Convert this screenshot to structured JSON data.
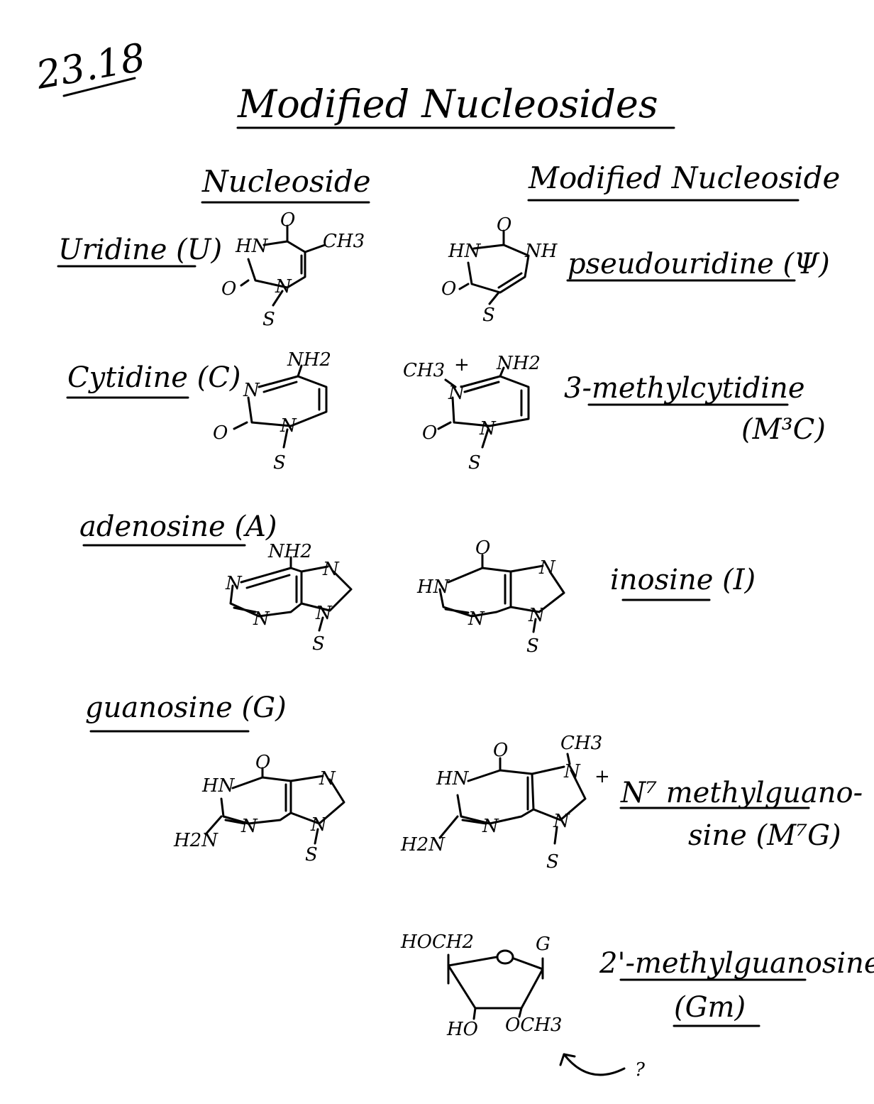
{
  "page_number": "23.18",
  "title": "Modified Nucleosides",
  "columns": {
    "left": "Nucleoside",
    "right": "Modified Nucleoside"
  },
  "rows": [
    {
      "nucleoside": "Uridine (U)",
      "modified": "pseudouridine (Ψ)"
    },
    {
      "nucleoside": "Cytidine (C)",
      "modified": "3-methylcytidine",
      "modified_abbr": "(M³C)"
    },
    {
      "nucleoside": "adenosine (A)",
      "modified": "inosine (I)"
    },
    {
      "nucleoside": "guanosine (G)",
      "modified": "N⁷ methylguano-",
      "modified_cont": "sine (M⁷G)"
    },
    {
      "modified": "2'-methylguanosine",
      "modified_abbr": "(Gm)"
    }
  ],
  "atoms": {
    "hn": "HN",
    "o": "O",
    "ch3": "CH3",
    "n": "N",
    "s": "S",
    "nh": "NH",
    "nh2": "NH2",
    "plus": "+",
    "h2n": "H2N",
    "hoch2": "HOCH2",
    "g": "G",
    "ho": "HO",
    "och3": "OCH3",
    "question": "?"
  }
}
